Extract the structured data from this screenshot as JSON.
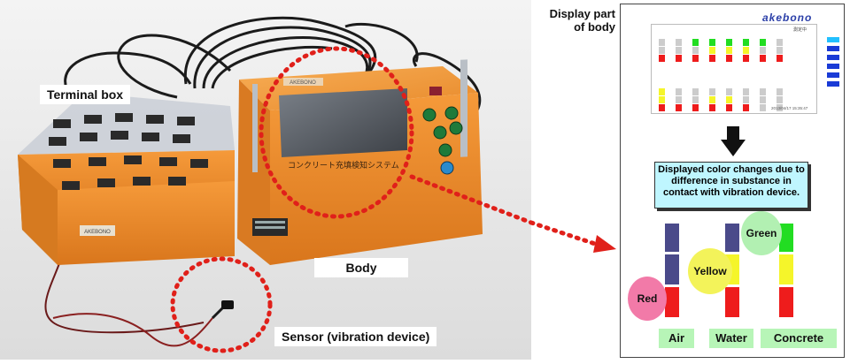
{
  "labels": {
    "terminal_box": "Terminal box",
    "body": "Body",
    "sensor": "Sensor (vibration device)",
    "display_part": "Display part\nof body"
  },
  "device_text": {
    "body_plate": "AKEBONO",
    "body_japanese": "コンクリート充填検知システム",
    "terminal_plate": "AKEBONO"
  },
  "panel": {
    "logo": "akebono",
    "screen_header": "測定中",
    "timestamp": "2013/04/17 15:35:47",
    "callout": "Displayed color changes due to difference in substance in contact with vibration device.",
    "bubbles": {
      "red": "Red",
      "yellow": "Yellow",
      "green": "Green"
    },
    "materials": {
      "air": "Air",
      "water": "Water",
      "concrete": "Concrete"
    }
  },
  "colors": {
    "red": "#ee1c1c",
    "yellow": "#f5f52a",
    "green": "#22dd22",
    "navy": "#4a4a8a",
    "annotation_red": "#e0201a",
    "body_orange": "#ef8f2a"
  }
}
